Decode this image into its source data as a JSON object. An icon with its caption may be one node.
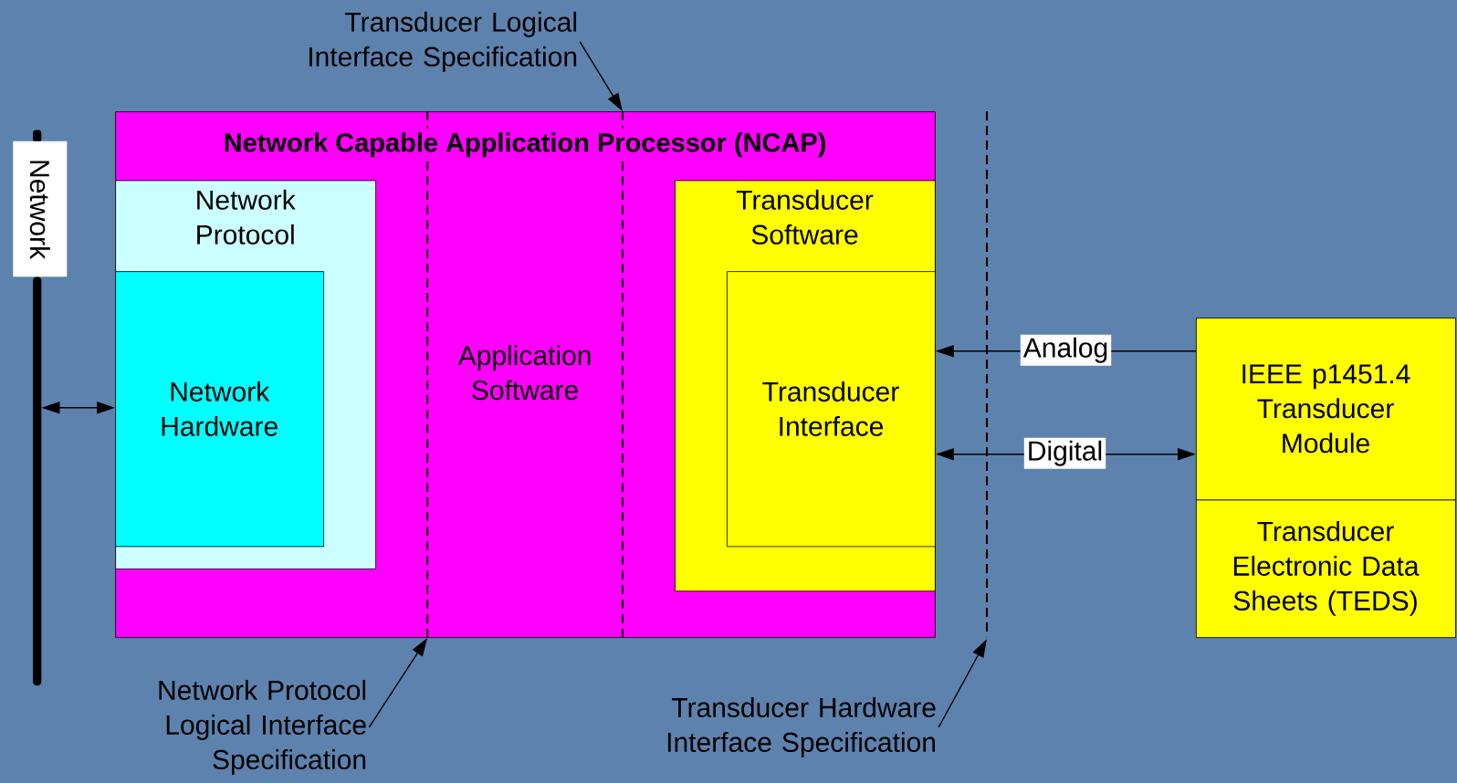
{
  "diagram": {
    "nodes": [
      {
        "text": [
          "Network Capable Application Processor (NCAP)"
        ]
      },
      {
        "text": [
          "Network Protocol"
        ],
        "in": 0
      },
      {
        "text": [
          "Network Hardware"
        ],
        "in": 1
      },
      {
        "text": [
          "Transducer Software"
        ],
        "in": 0
      },
      {
        "text": [
          "Transducer Interface"
        ],
        "in": 3
      },
      {
        "text": [
          "IEEE p1451.4 Transducer Module"
        ]
      },
      {
        "text": [
          "Transducer Electronic Data Sheets (TEDS)"
        ]
      },
      {
        "text": [
          "Network"
        ]
      },
      {
        "text": [],
        "shape": "bar"
      },
      {
        "text": [
          "Transducer Logical Interface Specification"
        ]
      },
      {
        "text": [
          "Network Protocol Logical Interface Specification"
        ]
      },
      {
        "text": [
          "Transducer Hardware Interface Specification"
        ]
      }
    ],
    "edges": [
      {
        "from": 8,
        "to": 2,
        "arrow": "both"
      },
      {
        "from": 5,
        "to": 4,
        "arrow": "to",
        "label": "Analog"
      },
      {
        "from": 4,
        "to": 5,
        "arrow": "both",
        "label": "Digital"
      },
      {
        "from": 9,
        "to": 0,
        "arrow": "to"
      },
      {
        "from": 10,
        "to": 0,
        "arrow": "to"
      },
      {
        "from": 11,
        "to": null,
        "arrow": "to"
      }
    ],
    "labels": [
      "Application Software"
    ]
  }
}
